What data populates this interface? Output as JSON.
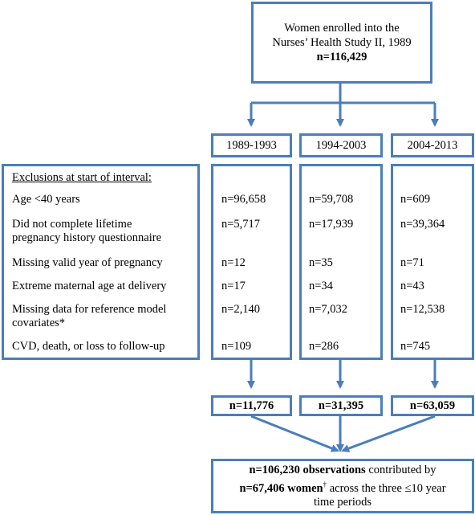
{
  "top_box": {
    "line1": "Women enrolled into the",
    "line2": "Nurses’ Health Study II, 1989",
    "count": "n=116,429"
  },
  "periods": [
    "1989-1993",
    "1994-2003",
    "2004-2013"
  ],
  "exclusions": {
    "header": "Exclusions at start of interval:",
    "rows": [
      {
        "label_lines": [
          "Age <40 years"
        ],
        "values": [
          "n=96,658",
          "n=59,708",
          "n=609"
        ]
      },
      {
        "label_lines": [
          "Did not complete lifetime",
          "pregnancy history questionnaire"
        ],
        "values": [
          "n=5,717",
          "n=17,939",
          "n=39,364"
        ]
      },
      {
        "label_lines": [
          "Missing valid year of pregnancy"
        ],
        "values": [
          "n=12",
          "n=35",
          "n=71"
        ]
      },
      {
        "label_lines": [
          "Extreme maternal age at delivery"
        ],
        "values": [
          "n=17",
          "n=34",
          "n=43"
        ]
      },
      {
        "label_lines": [
          "Missing data for reference model",
          "covariates*"
        ],
        "values": [
          "n=2,140",
          "n=7,032",
          "n=12,538"
        ]
      },
      {
        "label_lines": [
          "CVD, death, or loss to follow-up"
        ],
        "values": [
          "n=109",
          "n=286",
          "n=745"
        ]
      }
    ]
  },
  "period_totals": [
    "n=11,776",
    "n=31,395",
    "n=63,059"
  ],
  "final_box": {
    "obs_bold": "n=106,230 observations",
    "obs_rest": " contributed by",
    "women_bold": "n=67,406 women",
    "women_sup": "†",
    "women_rest": " across the three ≤10 year",
    "line3": "time periods"
  }
}
